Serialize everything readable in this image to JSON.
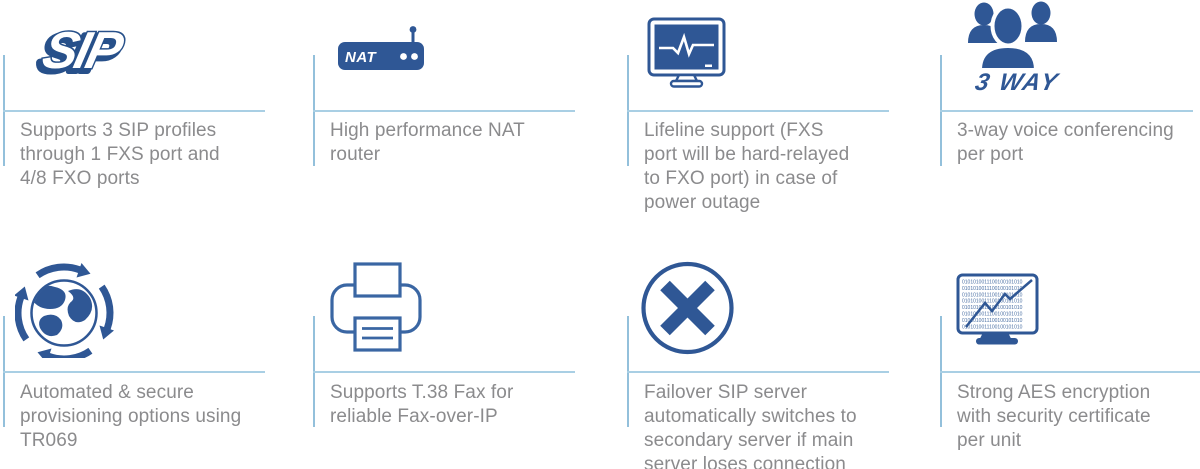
{
  "page": {
    "background": "#ffffff"
  },
  "palette": {
    "icon_blue": "#2f5795",
    "outline_blue": "#3a66a3",
    "separator_blue": "#a9cfe4",
    "tick_blue": "#93c0db",
    "text_gray": "#8b8b8d"
  },
  "features": [
    {
      "name": "sip-profiles",
      "icon": "sip-logo",
      "icon_label": "SIP",
      "description": "Supports 3 SIP profiles\nthrough 1 FXS port and\n4/8 FXO ports"
    },
    {
      "name": "nat-router",
      "icon": "nat-router-icon",
      "icon_label": "NAT",
      "description": "High performance NAT\nrouter"
    },
    {
      "name": "lifeline-support",
      "icon": "heartbeat-monitor-icon",
      "description": "Lifeline support (FXS\nport will be hard-relayed\nto FXO port) in case of\npower outage"
    },
    {
      "name": "three-way-conferencing",
      "icon": "three-people-icon",
      "icon_label": "3 WAY",
      "description": "3-way voice conferencing\nper port"
    },
    {
      "name": "auto-provisioning",
      "icon": "globe-sync-icon",
      "description": "Automated & secure\nprovisioning options using\nTR069"
    },
    {
      "name": "t38-fax",
      "icon": "fax-printer-icon",
      "description": "Supports T.38 Fax for\nreliable Fax-over-IP"
    },
    {
      "name": "sip-failover",
      "icon": "x-circle-icon",
      "description": "Failover SIP server\nautomatically switches to\nsecondary server if main\nserver loses connection"
    },
    {
      "name": "aes-encryption",
      "icon": "binary-monitor-icon",
      "binary_row": "0101010011100100101010",
      "description": "Strong AES encryption\nwith security certificate\nper unit"
    }
  ]
}
